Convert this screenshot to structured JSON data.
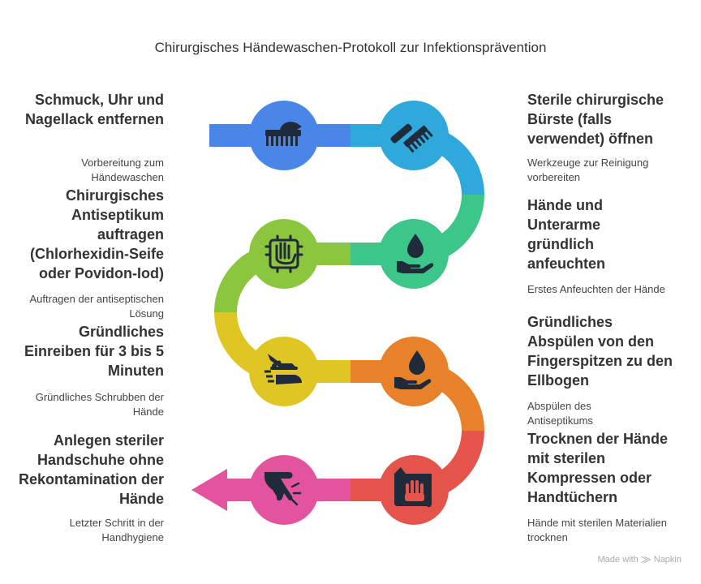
{
  "title": "Chirurgisches Händewaschen-Protokoll zur Infektionsprävention",
  "colors": {
    "blue": "#4a86e8",
    "cyan": "#2fa8dc",
    "teal": "#3cc68a",
    "green": "#8cc63f",
    "yellow": "#e0c623",
    "orange": "#e8822a",
    "red": "#e4544b",
    "magenta": "#e4549e"
  },
  "steps": [
    {
      "title": "Schmuck, Uhr und Nagellack entfernen",
      "description": "Vorbereitung zum Händewaschen",
      "icon": "comb-brush-icon"
    },
    {
      "title": "Sterile chirurgische Bürste (falls verwendet) öffnen",
      "description": "Werkzeuge zur Reinigung vorbereiten",
      "icon": "scrub-brush-icon"
    },
    {
      "title": "Hände und Unterarme gründlich anfeuchten",
      "description": "Erstes Anfeuchten der Hände",
      "icon": "water-drop-hand-icon"
    },
    {
      "title": "Chirurgisches Antiseptikum auftragen (Chlorhexidin-Seife oder Povidon-Iod)",
      "description": "Auftragen der antiseptischen Lösung",
      "icon": "hand-antiseptic-icon"
    },
    {
      "title": "Gründliches Abspülen von den Fingerspitzen zu den Ellbogen",
      "description": "Abspülen des Antiseptikums",
      "icon": "rinse-drop-icon"
    },
    {
      "title": "Gründliches Einreiben für 3 bis 5 Minuten",
      "description": "Gründliches Schrubben der Hände",
      "icon": "scrubbing-hands-icon"
    },
    {
      "title": "Trocknen der Hände mit sterilen Kompressen oder Handtüchern",
      "description": "Hände mit sterilen Materialien trocknen",
      "icon": "towel-hand-icon"
    },
    {
      "title": "Anlegen steriler Handschuhe ohne Rekontamination der Hände",
      "description": "Letzter Schritt in der Handhygiene",
      "icon": "glove-hand-icon"
    }
  ],
  "footer": {
    "made_with": "Made with",
    "brand": "Napkin"
  }
}
